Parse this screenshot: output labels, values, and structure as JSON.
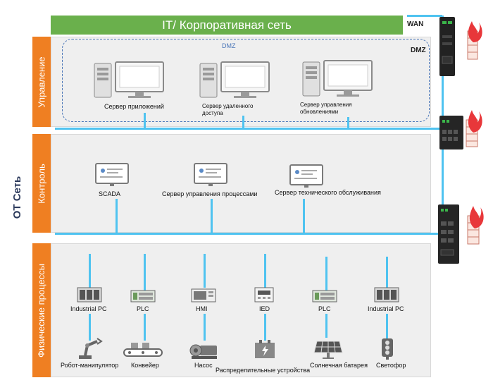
{
  "it_title": "IT/ Корпоративная сеть",
  "wan": "WAN",
  "dmz_top": "DMZ",
  "dmz_right": "DMZ",
  "ot_label": "ОТ Сеть",
  "zones": {
    "management": "Управление",
    "control": "Контроль",
    "physical": "Физические процессы"
  },
  "dmz_servers": [
    {
      "label": "Сервер приложений",
      "icon": "server-workstation-icon"
    },
    {
      "label_line1": "Сервер удаленного",
      "label_line2": "доступа",
      "icon": "server-workstation-icon"
    },
    {
      "label_line1": "Сервер управления",
      "label_line2": "обновлениями",
      "icon": "server-workstation-icon"
    }
  ],
  "control_servers": [
    {
      "label": "SCADA",
      "icon": "monitor-dashboard-icon"
    },
    {
      "label": "Сервер управления процессами",
      "icon": "monitor-dashboard-icon"
    },
    {
      "label": "Сервер технического обслуживания",
      "icon": "monitor-dashboard-icon"
    }
  ],
  "devices": [
    {
      "label": "Industrial PC",
      "icon": "industrial-pc-icon"
    },
    {
      "label": "PLC",
      "icon": "plc-icon"
    },
    {
      "label": "HMI",
      "icon": "hmi-icon"
    },
    {
      "label": "IED",
      "icon": "ied-icon"
    },
    {
      "label": "PLC",
      "icon": "plc-icon"
    },
    {
      "label": "Industrial PC",
      "icon": "industrial-pc-icon"
    }
  ],
  "equipment": [
    {
      "label": "Робот-манипулятор",
      "icon": "robot-arm-icon"
    },
    {
      "label": "Конвейер",
      "icon": "conveyor-icon"
    },
    {
      "label": "Насос",
      "icon": "pump-icon"
    },
    {
      "label": "Распределительные устройства",
      "icon": "switchgear-icon"
    },
    {
      "label": "Солнечная батарея",
      "icon": "solar-panel-icon"
    },
    {
      "label": "Светофор",
      "icon": "traffic-light-icon"
    }
  ],
  "colors": {
    "it_green": "#6ab04c",
    "zone_orange": "#ef7f22",
    "link_blue": "#4fc3f0",
    "dmz_blue": "#4a76b8",
    "fire_red": "#e8373a"
  }
}
